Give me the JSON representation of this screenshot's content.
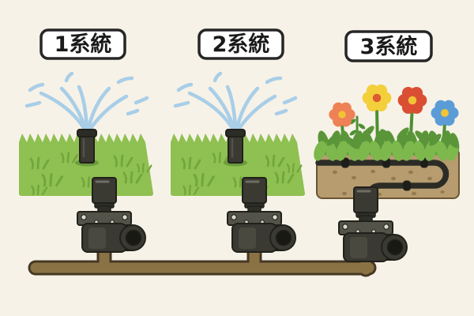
{
  "zones": [
    {
      "label": "1系統",
      "irrigation": "pop-up-sprinkler-on-lawn"
    },
    {
      "label": "2系統",
      "irrigation": "pop-up-sprinkler-on-lawn"
    },
    {
      "label": "3系統",
      "irrigation": "drip-line-in-flower-bed"
    }
  ],
  "palette": {
    "background": "#f7f2e7",
    "label_bg": "#ffffff",
    "label_border": "#262626",
    "label_text": "#1a1a1a",
    "grass": "#8fc052",
    "grass_dark": "#72a63c",
    "grass_shadow": "#6b9c3d",
    "water": "#a8cee8",
    "pipe": "#8b7245",
    "pipe_outline": "#453824",
    "valve_dark": "#3a3a33",
    "valve_mid": "#53534a",
    "valve_light": "#6e6e64",
    "valve_outline": "#21211b",
    "bolt": "#d8d8ca",
    "soil": "#b69c6f",
    "soil_dot": "#927a50",
    "soil_outline": "#6a5633",
    "tube": "#2c2c27",
    "tube_emitter": "#1e1e19",
    "leaf_dark": "#5a9639",
    "leaf_light": "#7cb84c",
    "stem": "#4f8f33",
    "sprinkler": "#3a3a33",
    "sprinkler_cap": "#2c2c26",
    "flower_orange": "#ee8156",
    "flower_yellow": "#f3cf3c",
    "flower_red": "#da4f33",
    "flower_blue": "#5b9cd7",
    "flower_center_yellow": "#f1c335",
    "flower_center_red": "#dc5a34"
  }
}
